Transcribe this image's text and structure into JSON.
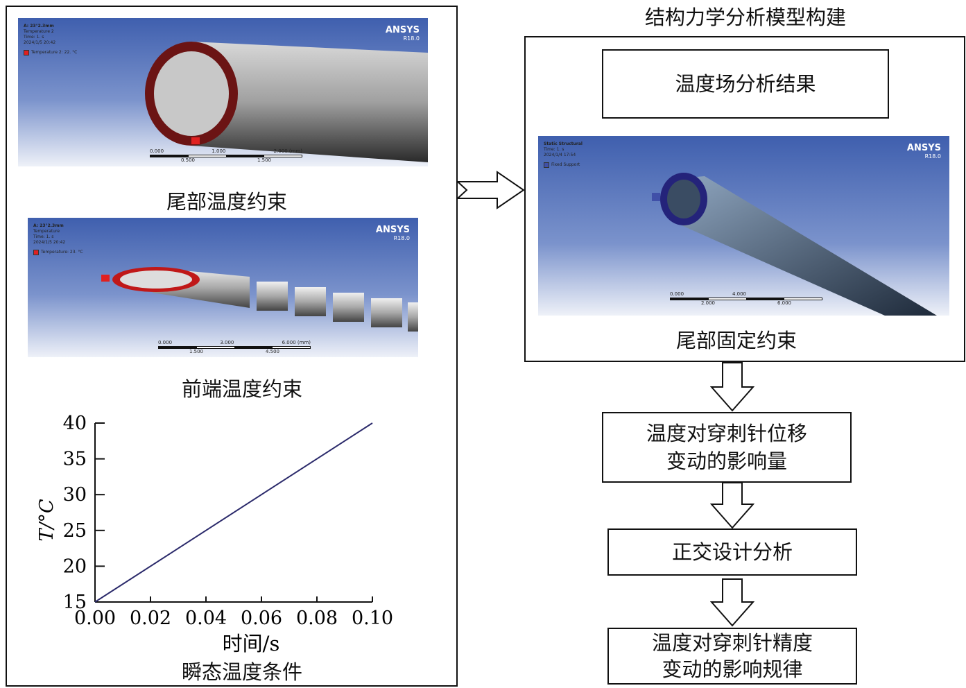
{
  "title": "结构力学分析模型构建",
  "left_panel": {
    "render1": {
      "header": "A: 23°2.3mm",
      "lines": [
        "Temperature 2",
        "Time: 1. s",
        "2024/1/5 20:42"
      ],
      "legend": "Temperature 2: 22. °C",
      "logo": "ANSYS",
      "version": "R18.0",
      "scale_top": [
        "0.000",
        "1.000",
        "2.000 (mm)"
      ],
      "scale_bottom": [
        "0.500",
        "1.500"
      ],
      "caption": "尾部温度约束"
    },
    "render2": {
      "header": "A: 23°2.3mm",
      "lines": [
        "Temperature",
        "Time: 1. s",
        "2024/1/5 20:42"
      ],
      "legend": "Temperature: 23. °C",
      "logo": "ANSYS",
      "version": "R18.0",
      "scale_top": [
        "0.000",
        "3.000",
        "6.000 (mm)"
      ],
      "scale_bottom": [
        "1.500",
        "4.500"
      ],
      "caption": "前端温度约束"
    },
    "chart_caption": "瞬态温度条件"
  },
  "right_panel": {
    "result_box": "温度场分析结果",
    "render3": {
      "header": "Static Structural",
      "lines": [
        "Time: 1. s",
        "2024/1/4 17:54"
      ],
      "legend": "Fixed Support",
      "logo": "ANSYS",
      "version": "R18.0",
      "scale_top": [
        "0.000",
        "4.000"
      ],
      "scale_bottom": [
        "2.000",
        "6.000"
      ],
      "caption": "尾部固定约束"
    }
  },
  "flow": [
    {
      "lines": [
        "温度对穿刺针位移",
        "变动的影响量"
      ]
    },
    {
      "lines": [
        "正交设计分析"
      ]
    },
    {
      "lines": [
        "温度对穿刺针精度",
        "变动的影响规律"
      ]
    }
  ],
  "chart_data": {
    "type": "line",
    "xlabel": "时间/s",
    "ylabel": "T/°C",
    "xlim": [
      0,
      0.1
    ],
    "ylim": [
      15,
      40
    ],
    "xticks": [
      "0.00",
      "0.02",
      "0.04",
      "0.06",
      "0.08",
      "0.10"
    ],
    "yticks": [
      "15",
      "20",
      "25",
      "30",
      "35",
      "40"
    ],
    "series": [
      {
        "name": "T",
        "x": [
          0,
          0.1
        ],
        "y": [
          15,
          40
        ],
        "color": "#2b2a6b"
      }
    ]
  }
}
